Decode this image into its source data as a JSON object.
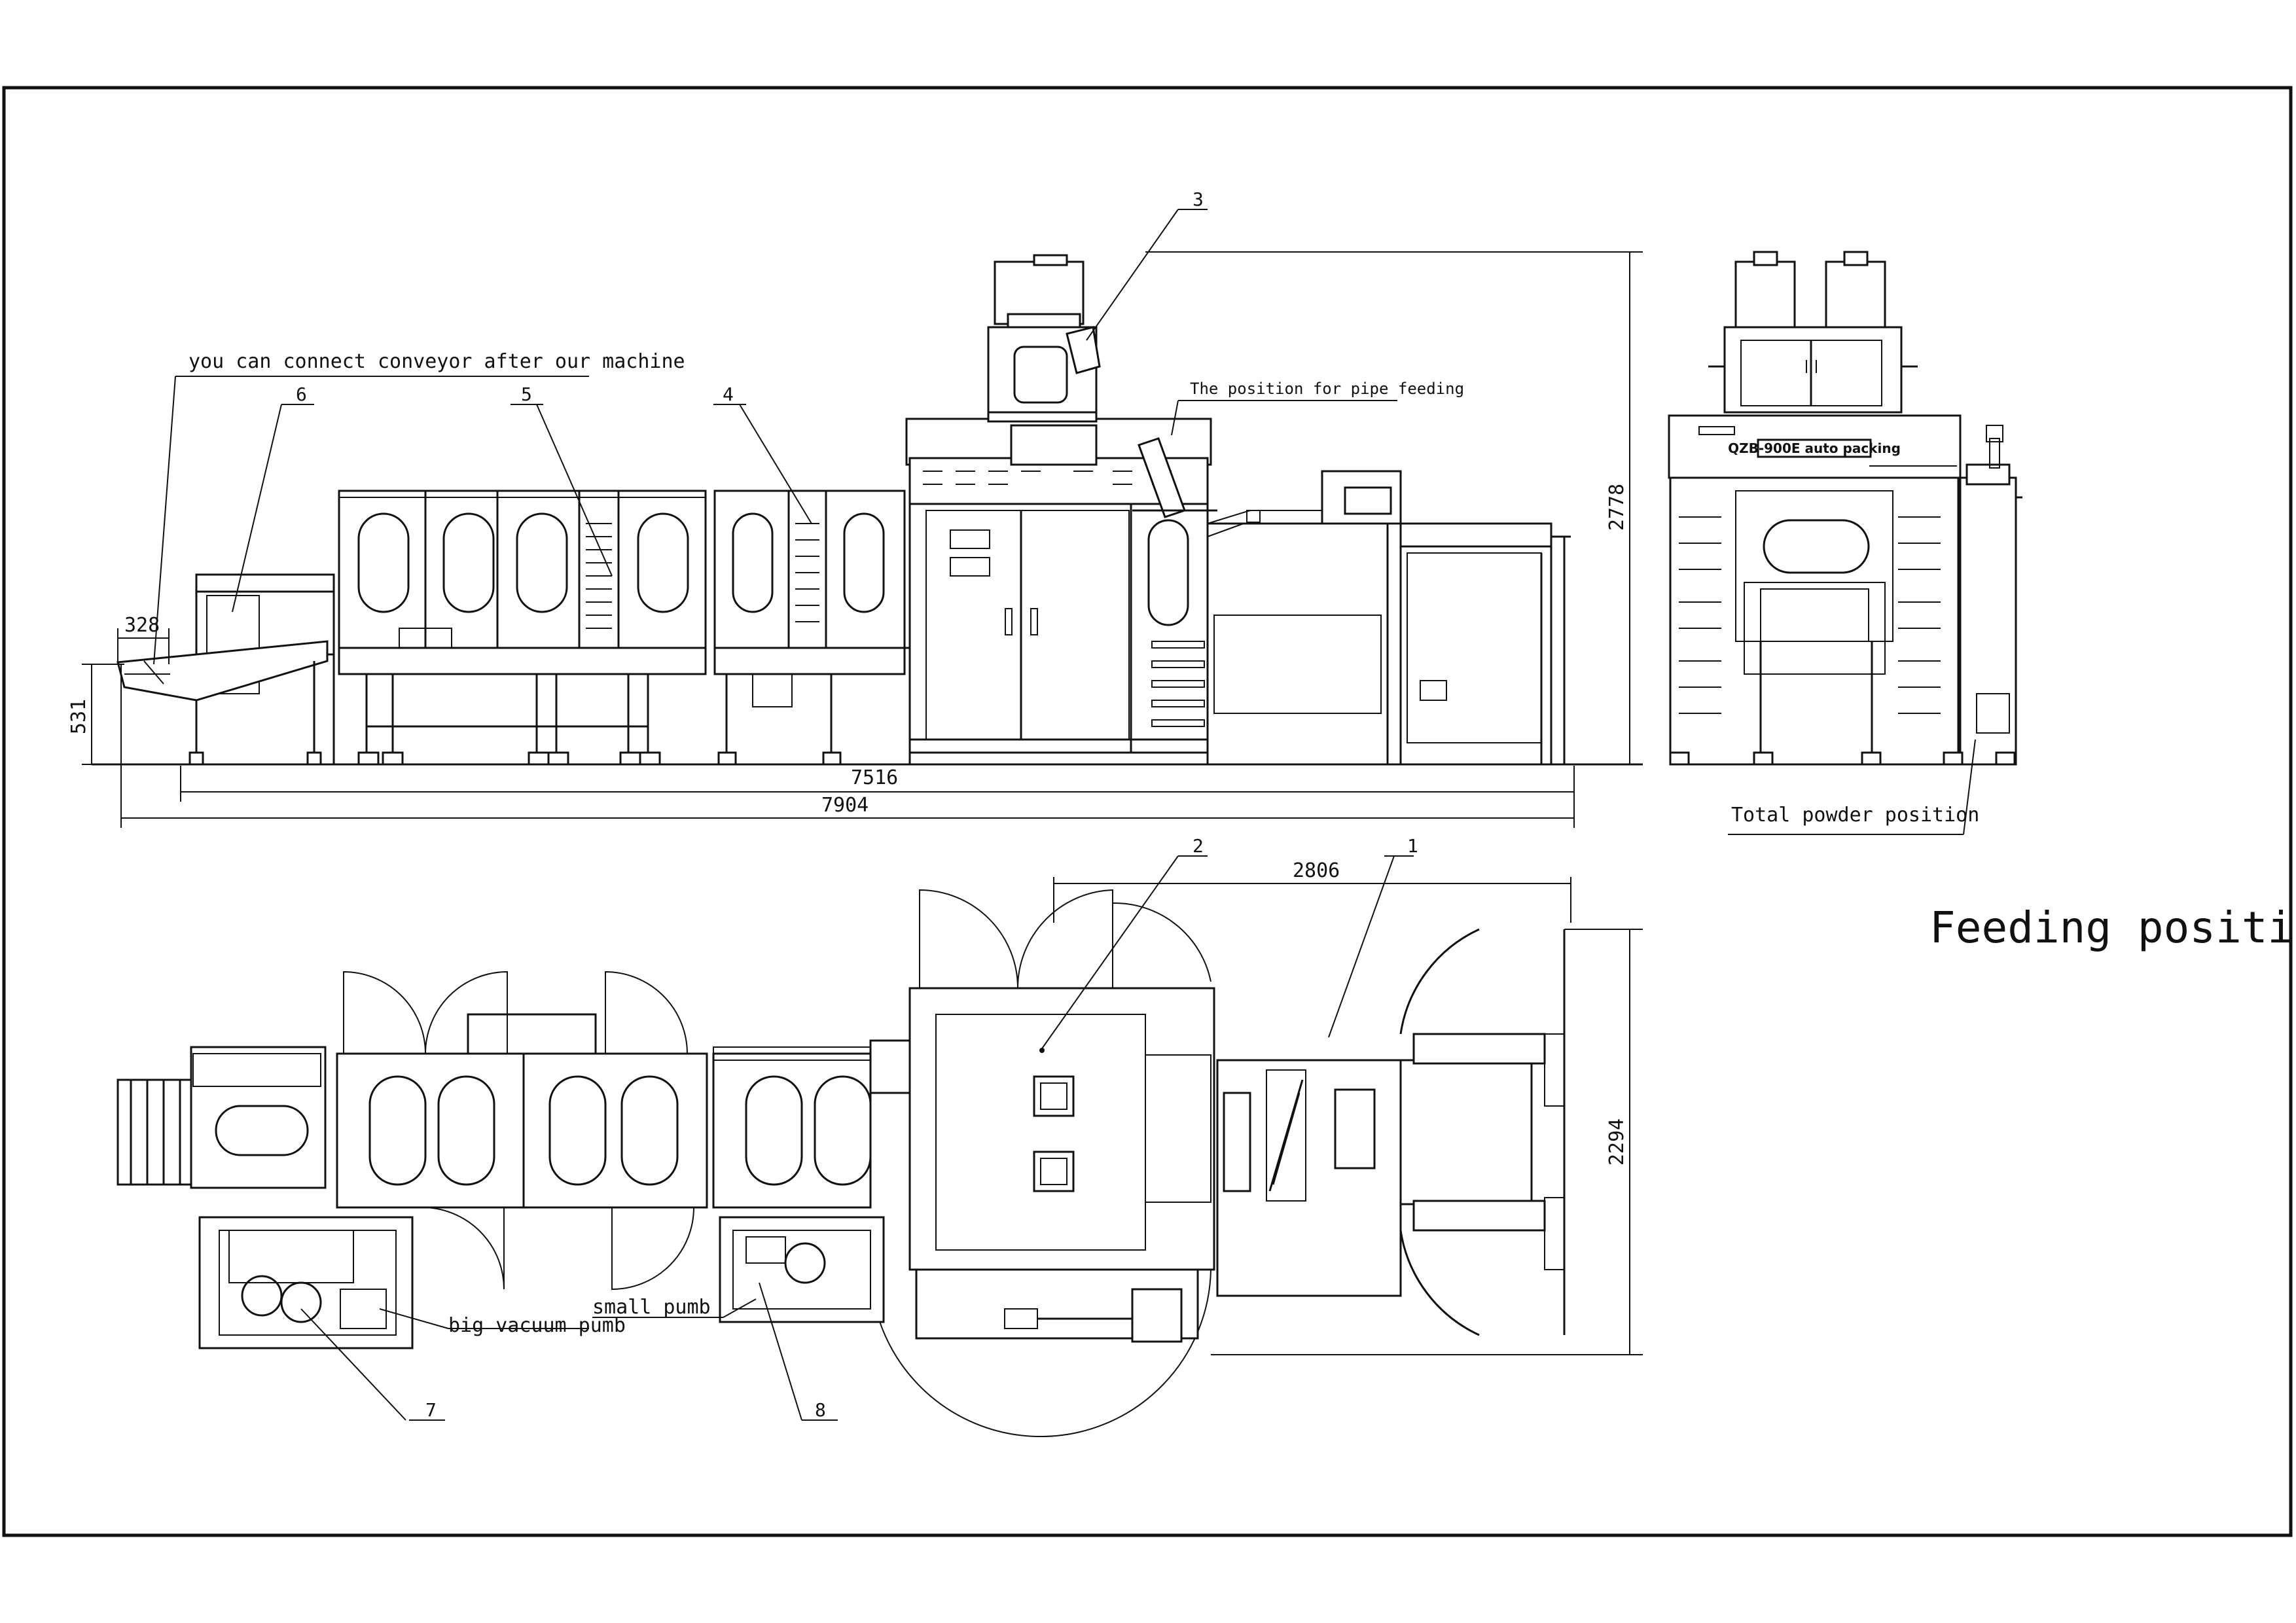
{
  "annotations": {
    "conveyor_note": "you can connect conveyor after our machine",
    "pipe_feeding": "The position for pipe feeding",
    "total_powder": "Total powder position",
    "feeding_position": "Feeding position",
    "big_vacuum": "big vacuum pumb",
    "small_pump": "small pumb",
    "machine_plate": "QZB-900E auto packing"
  },
  "callouts": {
    "c1": "1",
    "c2": "2",
    "c3": "3",
    "c4": "4",
    "c5": "5",
    "c6": "6",
    "c7": "7",
    "c8": "8"
  },
  "dimensions": {
    "d328": "328",
    "d531": "531",
    "d7516": "7516",
    "d7904": "7904",
    "d2778": "2778",
    "d2806": "2806",
    "d2294": "2294"
  }
}
